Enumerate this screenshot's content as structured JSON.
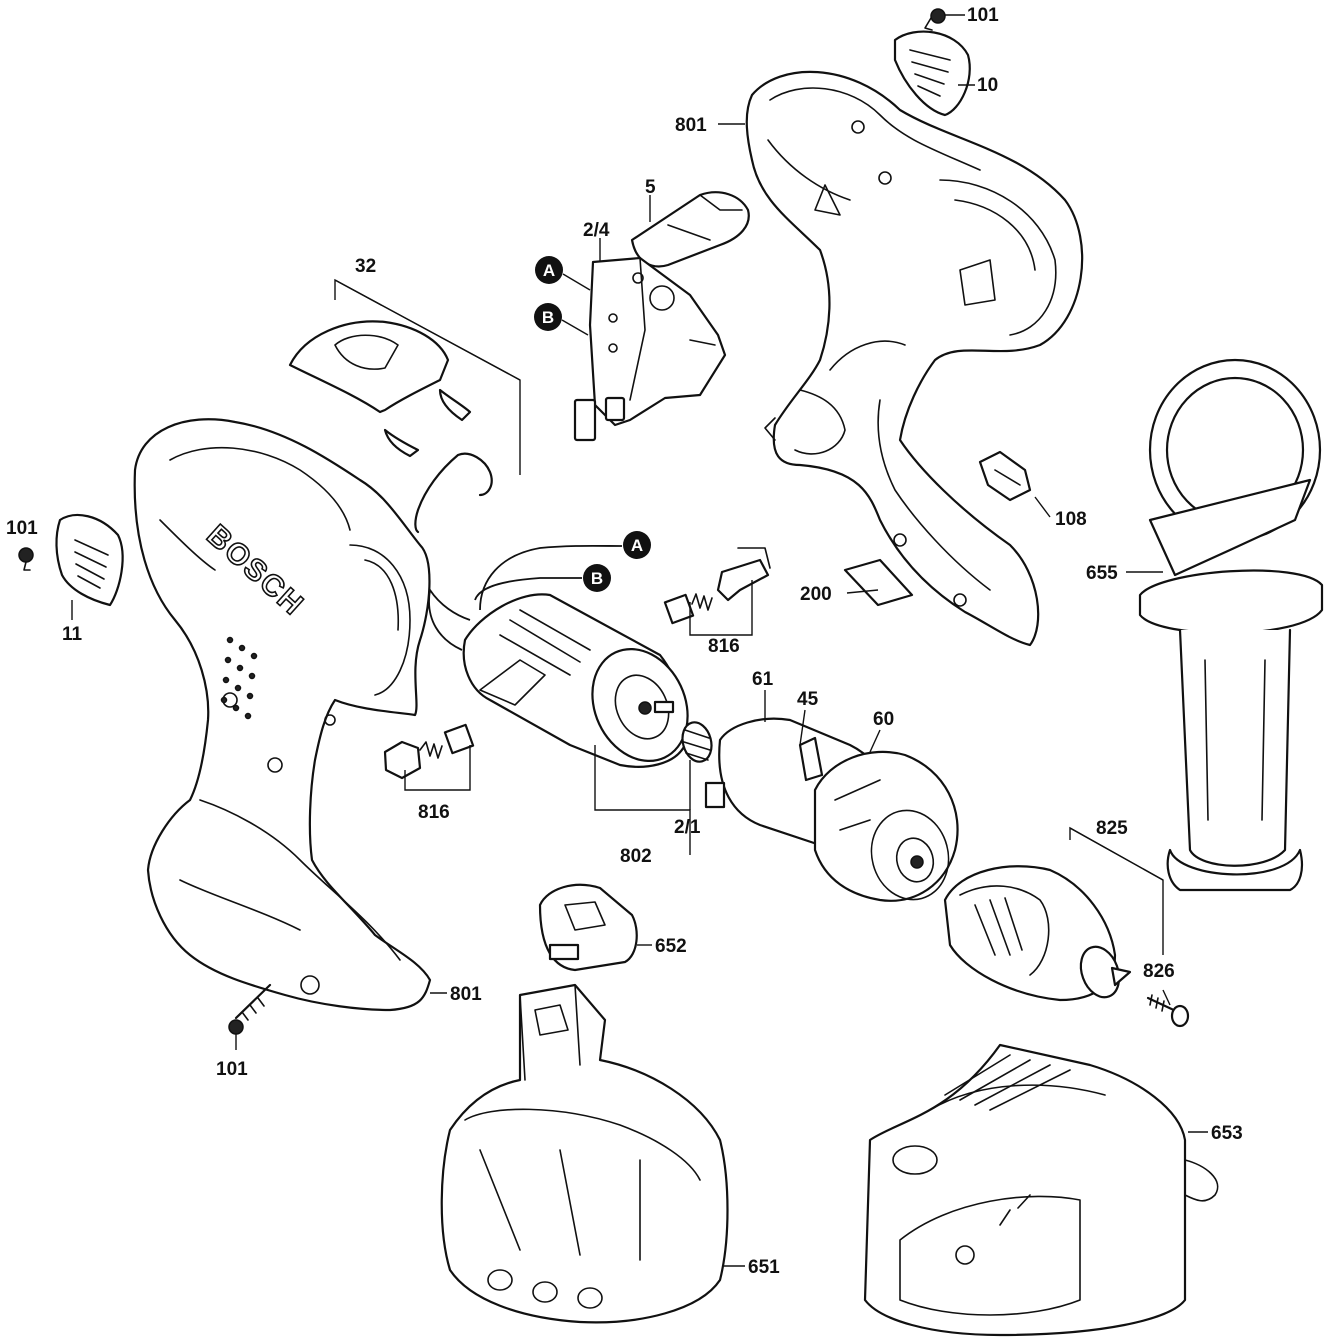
{
  "diagram": {
    "brand_mark": "BOSCH",
    "callouts": {
      "screw_top": "101",
      "cap_top": "10",
      "housing_right": "801",
      "lever": "5",
      "switch": "2/4",
      "cover_set": "32",
      "marker_a_switch": "A",
      "marker_b_switch": "B",
      "marker_a_motor": "A",
      "marker_b_motor": "B",
      "clip": "108",
      "label_plate": "200",
      "side_handle": "655",
      "screw_left": "101",
      "cap_left": "11",
      "brush_set_right": "816",
      "brush_set_left": "816",
      "gearbox_61": "61",
      "gearbox_45": "45",
      "gearbox_60": "60",
      "motor": "802",
      "pinion": "2/1",
      "chuck": "825",
      "chuck_screw": "826",
      "battery_cap": "652",
      "housing_left": "801",
      "screw_bottom": "101",
      "charger": "653",
      "battery": "651"
    }
  }
}
